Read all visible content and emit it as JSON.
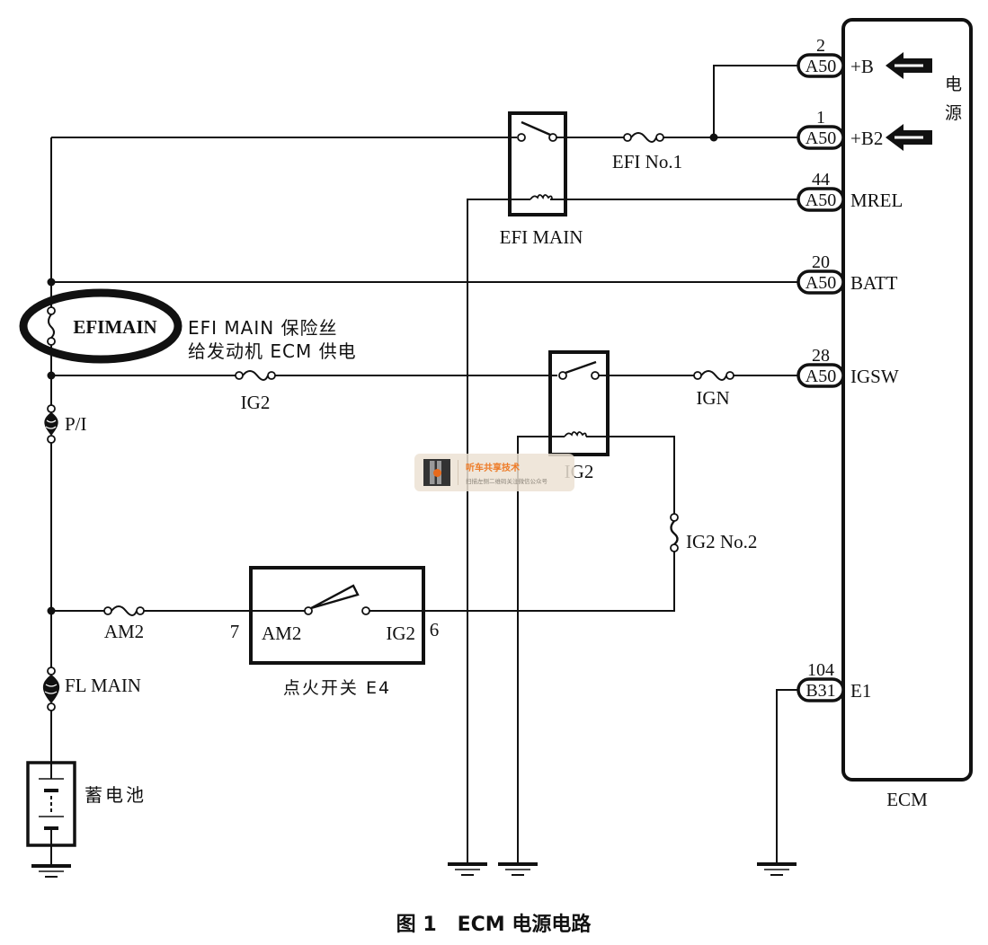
{
  "ecm": {
    "label": "ECM",
    "side_label": [
      "电",
      "源"
    ],
    "pins": [
      {
        "number": "2",
        "connector": "A50",
        "name": "+B",
        "arrow": true
      },
      {
        "number": "1",
        "connector": "A50",
        "name": "+B2",
        "arrow": true
      },
      {
        "number": "44",
        "connector": "A50",
        "name": "MREL",
        "arrow": false
      },
      {
        "number": "20",
        "connector": "A50",
        "name": "BATT",
        "arrow": false
      },
      {
        "number": "28",
        "connector": "A50",
        "name": "IGSW",
        "arrow": false
      },
      {
        "number": "104",
        "connector": "B31",
        "name": "E1",
        "arrow": false
      }
    ]
  },
  "relays": {
    "efi_main": {
      "label": "EFI MAIN"
    },
    "ig2": {
      "label": "IG2"
    }
  },
  "fuses": {
    "efi_no1": "EFI No.1",
    "efimain": "EFIMAIN",
    "ig2": "IG2",
    "ign": "IGN",
    "pi": "P/I",
    "ig2_no2": "IG2 No.2",
    "am2": "AM2",
    "fl_main": "FL MAIN"
  },
  "annotation": {
    "line1": "EFI MAIN 保险丝",
    "line2": "给发动机 ECM 供电"
  },
  "ignition_switch": {
    "label": "点火开关 E4",
    "terminal_in": "AM2",
    "terminal_out": "IG2",
    "pin_in": "7",
    "pin_out": "6"
  },
  "battery": {
    "label": "蓄电池"
  },
  "caption": "图 1   ECM 电源电路",
  "watermark": {
    "title": "听车共享技术",
    "subtitle": "扫描左侧二维码关注微信公众号",
    "accent_color": "#ee7a26"
  }
}
